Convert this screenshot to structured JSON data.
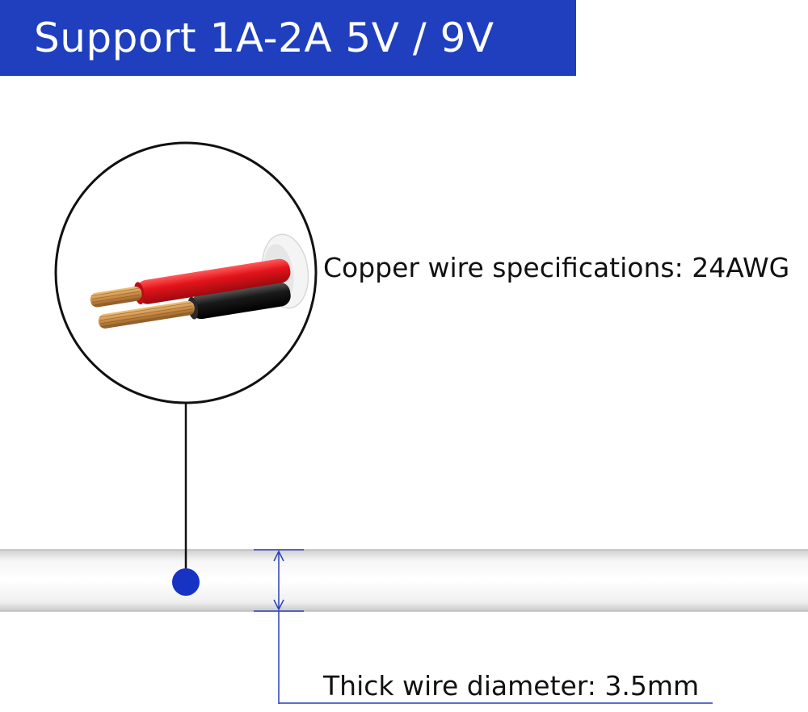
{
  "banner": {
    "title": "Support 1A-2A 5V / 9V"
  },
  "specs": {
    "copper_label": "Copper wire specifications: 24AWG",
    "diameter_label": "Thick wire diameter: 3.5mm"
  },
  "colors": {
    "banner_bg": "#1f3fbf",
    "marker": "#1633c4",
    "dimension_line": "#2a3fb8",
    "red_insulation": "#e3141b",
    "black_insulation": "#1a1a1a",
    "copper": "#c98a45"
  },
  "icons": [
    "magnifier-circle",
    "wire-cross-section",
    "cable",
    "dimension-arrows",
    "marker-dot"
  ]
}
